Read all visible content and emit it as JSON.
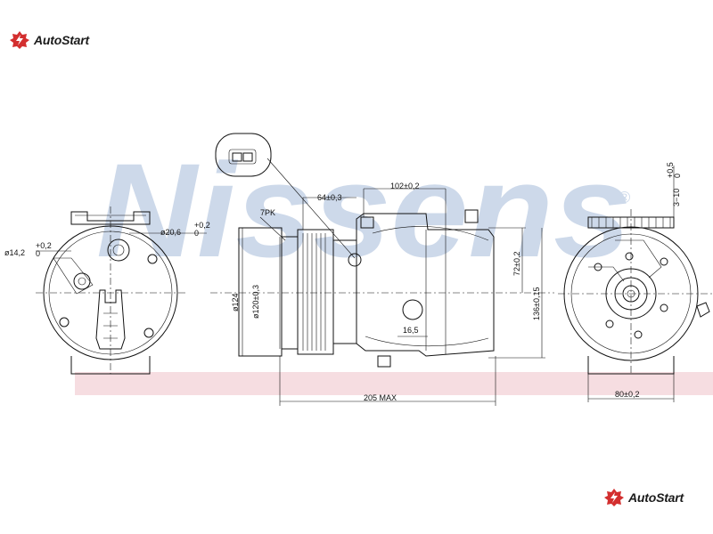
{
  "brand": {
    "name": "AutoStart",
    "icon": "autostart-gear-icon",
    "icon_color": "#d32f2f"
  },
  "watermark": {
    "text": "Nissens",
    "registered_mark": "®",
    "color": "#cdd9ea"
  },
  "dimensions": {
    "d14": "ø14,2",
    "d14_tol_top": "+0,2",
    "d14_tol_bottom": "0",
    "d20": "ø20,6",
    "d20_tol_top": "+0,2",
    "d20_tol_bottom": "0",
    "pulley": "7PK",
    "dim64": "64±0,3",
    "dim102": "102±0,2",
    "d124": "ø124",
    "d120": "ø120±0,3",
    "dim72": "72±0,2",
    "dim136": "136±0,15",
    "dim16": "16,5",
    "dim205": "205 MAX",
    "dim80": "80±0,2",
    "dim3": "3−10",
    "dim3_tol_top": "+0,5",
    "dim3_tol_bottom": "0"
  }
}
